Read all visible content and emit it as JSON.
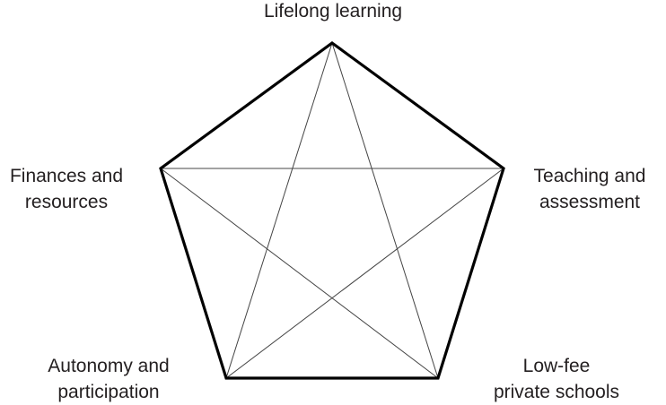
{
  "diagram": {
    "colors": {
      "outline": "#000000",
      "diagonals": "#444444",
      "text": "#231f20"
    },
    "nodes": {
      "top": {
        "lines": [
          "Lifelong learning"
        ]
      },
      "right": {
        "lines": [
          "Teaching and",
          "assessment"
        ]
      },
      "bottom_right": {
        "lines": [
          "Low-fee",
          "private schools"
        ]
      },
      "bottom_left": {
        "lines": [
          "Autonomy and",
          "participation"
        ]
      },
      "left": {
        "lines": [
          "Finances and",
          "resources"
        ]
      }
    }
  }
}
